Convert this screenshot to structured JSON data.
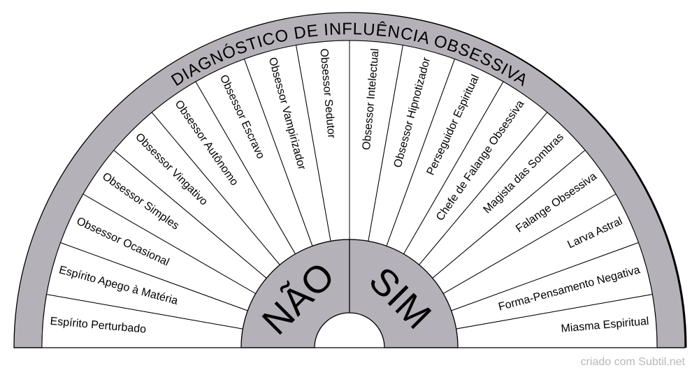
{
  "title": "DIAGNÓSTICO DE INFLUÊNCIA OBSESSIVA",
  "no_label": "NÃO",
  "yes_label": "SIM",
  "credit": "criado com Subtil.net",
  "colors": {
    "ring": "#b4b2b8",
    "hub": "#b4b2b8",
    "segment_fill": "#ffffff",
    "line": "#000000",
    "credit": "#b8b8b8"
  },
  "segments": [
    "Espírito Perturbado",
    "Espírito Apego à Matéria",
    "Obsessor Ocasional",
    "Obsessor Simples",
    "Obsessor Vingativo",
    "Obsessor Autônomo",
    "Obsessor Escravo",
    "Obsessor Vampirizador",
    "Obsessor Sedutor",
    "Obsessor Intelectual",
    "Obsessor Hipnotizador",
    "Perseguidor Espiritual",
    "Chefe de Falange Obsessiva",
    "Magista das Sombras",
    "Falange Obsessiva",
    "Larva Astral",
    "Forma-Pensamento Negativa",
    "Miasma Espiritual"
  ]
}
